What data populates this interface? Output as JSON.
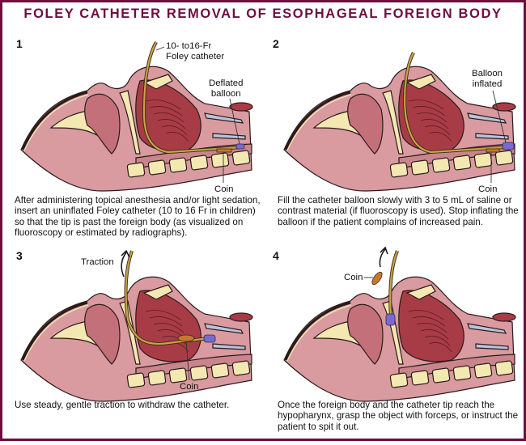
{
  "title": "FOLEY CATHETER REMOVAL OF ESOPHAGEAL FOREIGN BODY",
  "colors": {
    "border": "#6e0f3f",
    "soft_tissue": "#d99aa0",
    "tongue": "#a83c46",
    "bone": "#f3e7b2",
    "catheter": "#c9a24c",
    "balloon": "#7a6ad0",
    "coin": "#c8782e"
  },
  "panels": [
    {
      "number": "1",
      "labels": {
        "catheter": "10- to16-Fr\nFoley catheter",
        "balloon": "Deflated\nballoon",
        "coin": "Coin"
      },
      "caption": "After administering topical anesthesia and/or light sedation, insert an uninflated Foley catheter (10 to 16 Fr in children) so that the tip is past the foreign body (as visualized on fluoroscopy or estimated by radiographs)."
    },
    {
      "number": "2",
      "labels": {
        "balloon": "Balloon\ninflated",
        "coin": "Coin"
      },
      "caption": "Fill the catheter balloon slowly with 3 to 5 mL of saline or contrast material (if fluoroscopy is used). Stop inflating the balloon if the patient complains of increased pain."
    },
    {
      "number": "3",
      "labels": {
        "traction": "Traction",
        "coin": "Coin"
      },
      "caption": "Use steady, gentle traction to withdraw the catheter."
    },
    {
      "number": "4",
      "labels": {
        "coin": "Coin"
      },
      "caption": "Once the foreign body and the catheter tip reach the hypopharynx, grasp the object with forceps, or instruct the patient to spit it out."
    }
  ]
}
